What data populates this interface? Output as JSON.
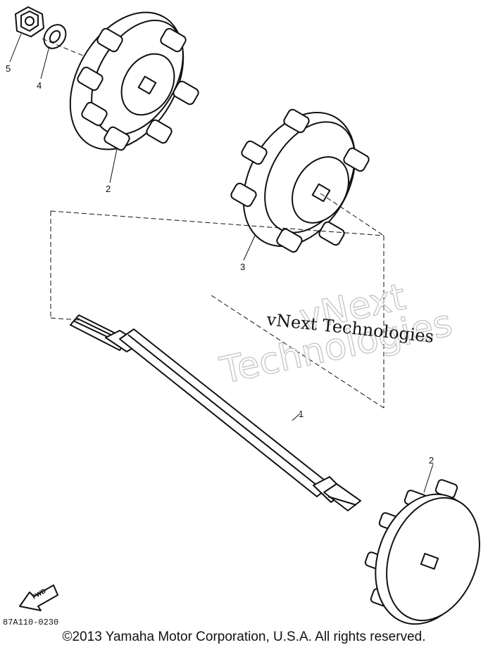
{
  "callouts": [
    "5",
    "4",
    "2",
    "3",
    "1",
    "2"
  ],
  "fwd_label": "FWD",
  "part_code": "87A110-0230",
  "watermark_outline": [
    "vNext",
    "Technologies"
  ],
  "watermark_text": "vNext Technologies",
  "copyright": "©2013 Yamaha Motor Corporation, U.S.A. All rights reserved."
}
